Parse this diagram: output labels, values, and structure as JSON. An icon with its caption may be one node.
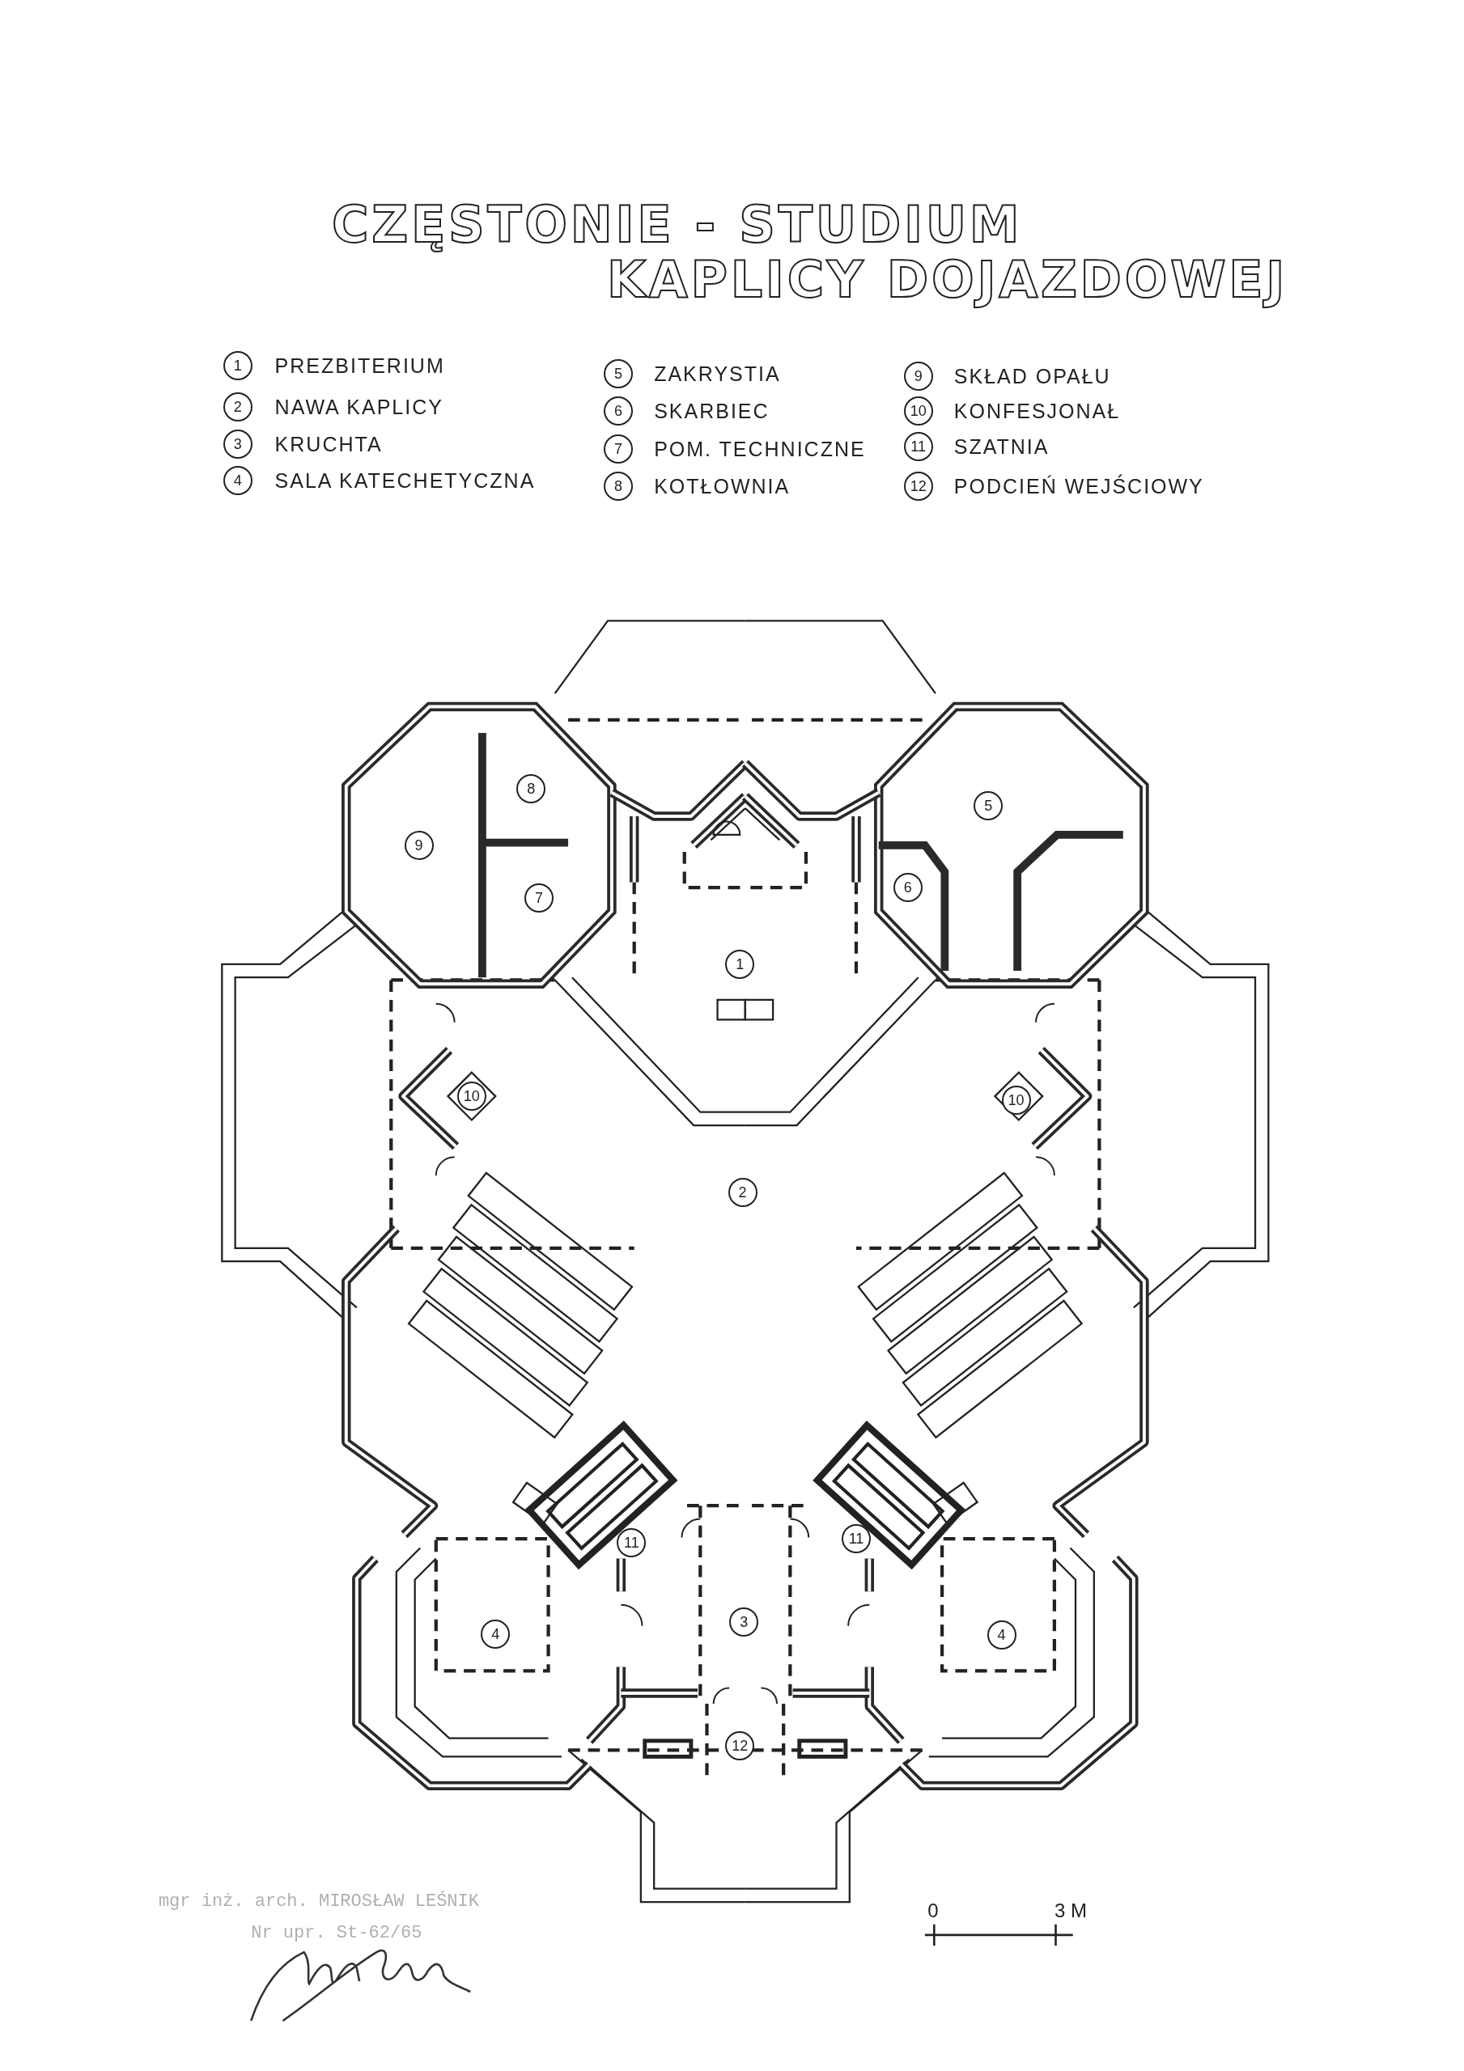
{
  "diagram": {
    "title": "CZĘSTONIE - STUDIUM KAPLICY DOJAZDOWEJ",
    "labels": [
      "1",
      "PREZBITERIUM",
      "5",
      "ZAKRYSTIA",
      "9",
      "SKŁAD OPAŁU",
      "2",
      "NAWA KAPLICY",
      "6",
      "SKARBIEC",
      "10",
      "KONFESJONAŁ",
      "3",
      "KRUCHTA",
      "7",
      "POM. TECHNICZNE",
      "11",
      "SZATNIA",
      "4",
      "SALA KATECHETYCZNA",
      "8",
      "KOTŁOWNIA",
      "12",
      "PODCIEŃ WEJŚCIOWY",
      "8",
      "5",
      "9",
      "6",
      "7",
      "1",
      "10",
      "10",
      "2",
      "11",
      "11",
      "3",
      "4",
      "4",
      "12",
      "0",
      "3 M",
      "mgr inż. arch. MIROSŁAW LEŚNIK",
      "Nr upr. St-62/65"
    ]
  }
}
